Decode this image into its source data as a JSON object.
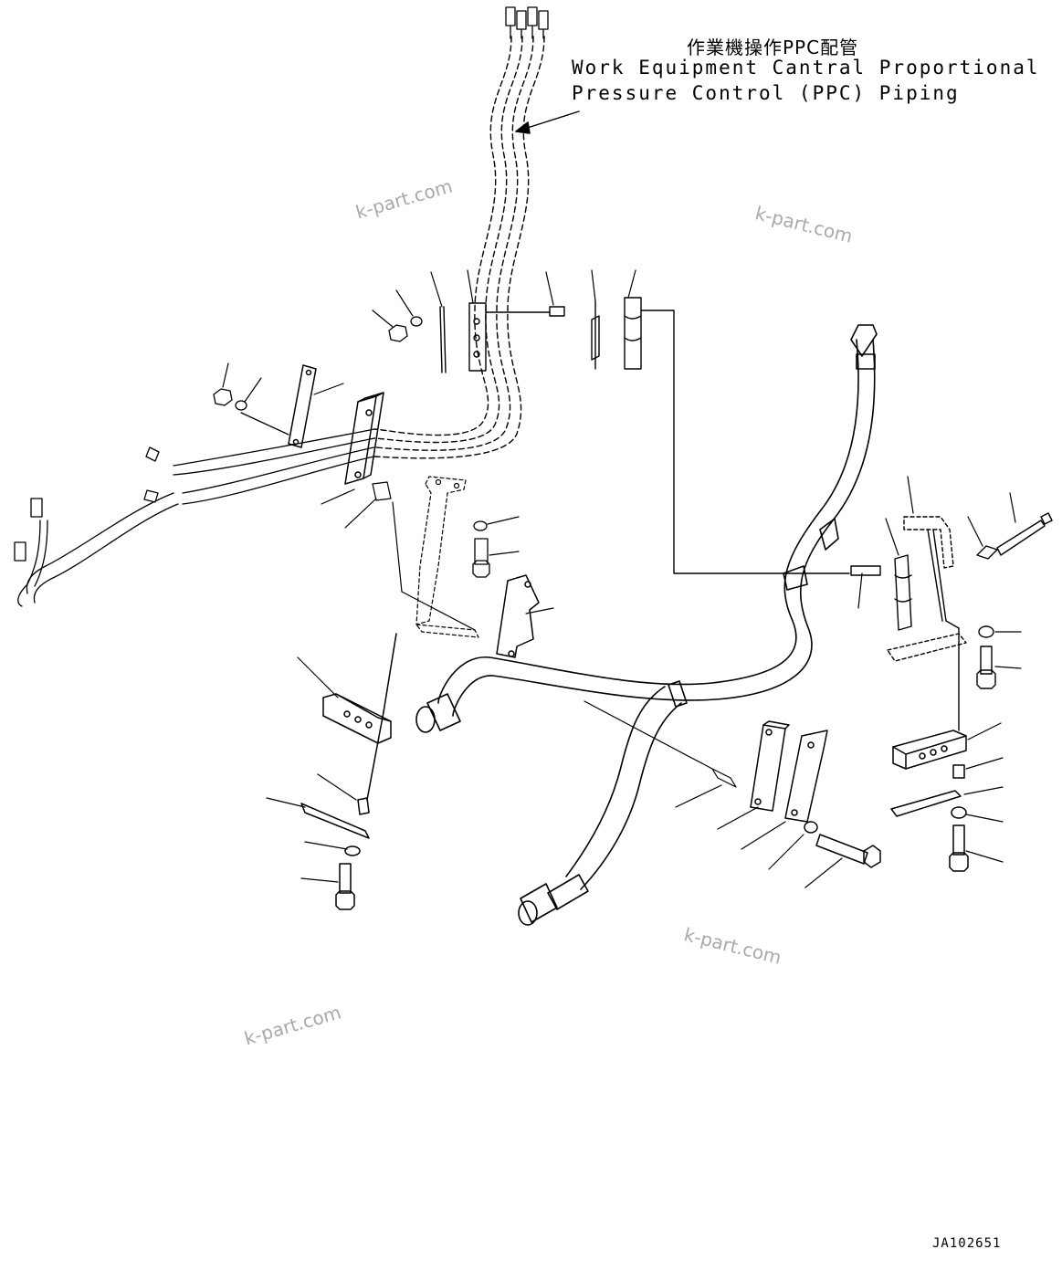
{
  "title": {
    "japanese": "作業機操作PPC配管",
    "english_line1": "Work Equipment Cantral Proportional",
    "english_line2": "Pressure Control (PPC) Piping"
  },
  "watermarks": [
    "k-part.com",
    "k-part.com",
    "k-part.com",
    "k-part.com"
  ],
  "drawing_code": "JA102651",
  "colors": {
    "line": "#000000",
    "background": "#ffffff",
    "watermark": "#a9a9a9"
  }
}
